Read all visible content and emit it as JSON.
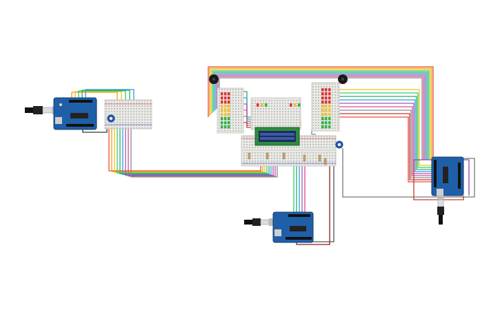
{
  "diagram": {
    "components": {
      "arduino_left": {
        "kind": "arduino-uno"
      },
      "arduino_bottom": {
        "kind": "arduino-uno"
      },
      "arduino_right": {
        "kind": "arduino-uno"
      },
      "breadboard_left_small": {
        "kind": "breadboard-mini"
      },
      "breadboard_center_main": {
        "kind": "breadboard-full"
      },
      "breadboard_top_center": {
        "kind": "breadboard-mini"
      },
      "breadboard_led_left": {
        "kind": "breadboard-mini"
      },
      "breadboard_led_right": {
        "kind": "breadboard-mini"
      },
      "lcd_display": {
        "kind": "lcd-16x2"
      },
      "buzzer_left": {
        "kind": "piezo-buzzer"
      },
      "buzzer_right": {
        "kind": "piezo-buzzer"
      },
      "potentiometer_left": {
        "kind": "potentiometer"
      },
      "potentiometer_center": {
        "kind": "potentiometer"
      },
      "usb_cable_left": {
        "kind": "usb-cable"
      },
      "usb_cable_bottom": {
        "kind": "usb-cable"
      },
      "usb_cable_right": {
        "kind": "usb-cable"
      }
    },
    "wire_colors": [
      "#e74c3c",
      "#f39c12",
      "#f1c40f",
      "#2ecc71",
      "#27ae60",
      "#3498db",
      "#9b59b6",
      "#e84393",
      "#7f8c8d",
      "#c0392b"
    ],
    "led_colors": {
      "red": "#e03131",
      "yellow": "#f2c230",
      "green": "#2fb344"
    },
    "board_color": "#1f5fa8",
    "breadboard_color": "#e9e9e6"
  }
}
